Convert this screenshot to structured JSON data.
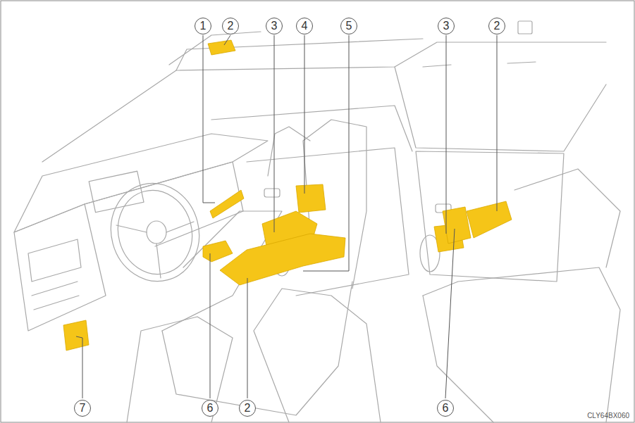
{
  "diagram": {
    "labels": [
      "1",
      "2",
      "3",
      "4",
      "5",
      "3",
      "2",
      "7",
      "6",
      "2",
      "6",
      "CLY64BX060"
    ]
  }
}
